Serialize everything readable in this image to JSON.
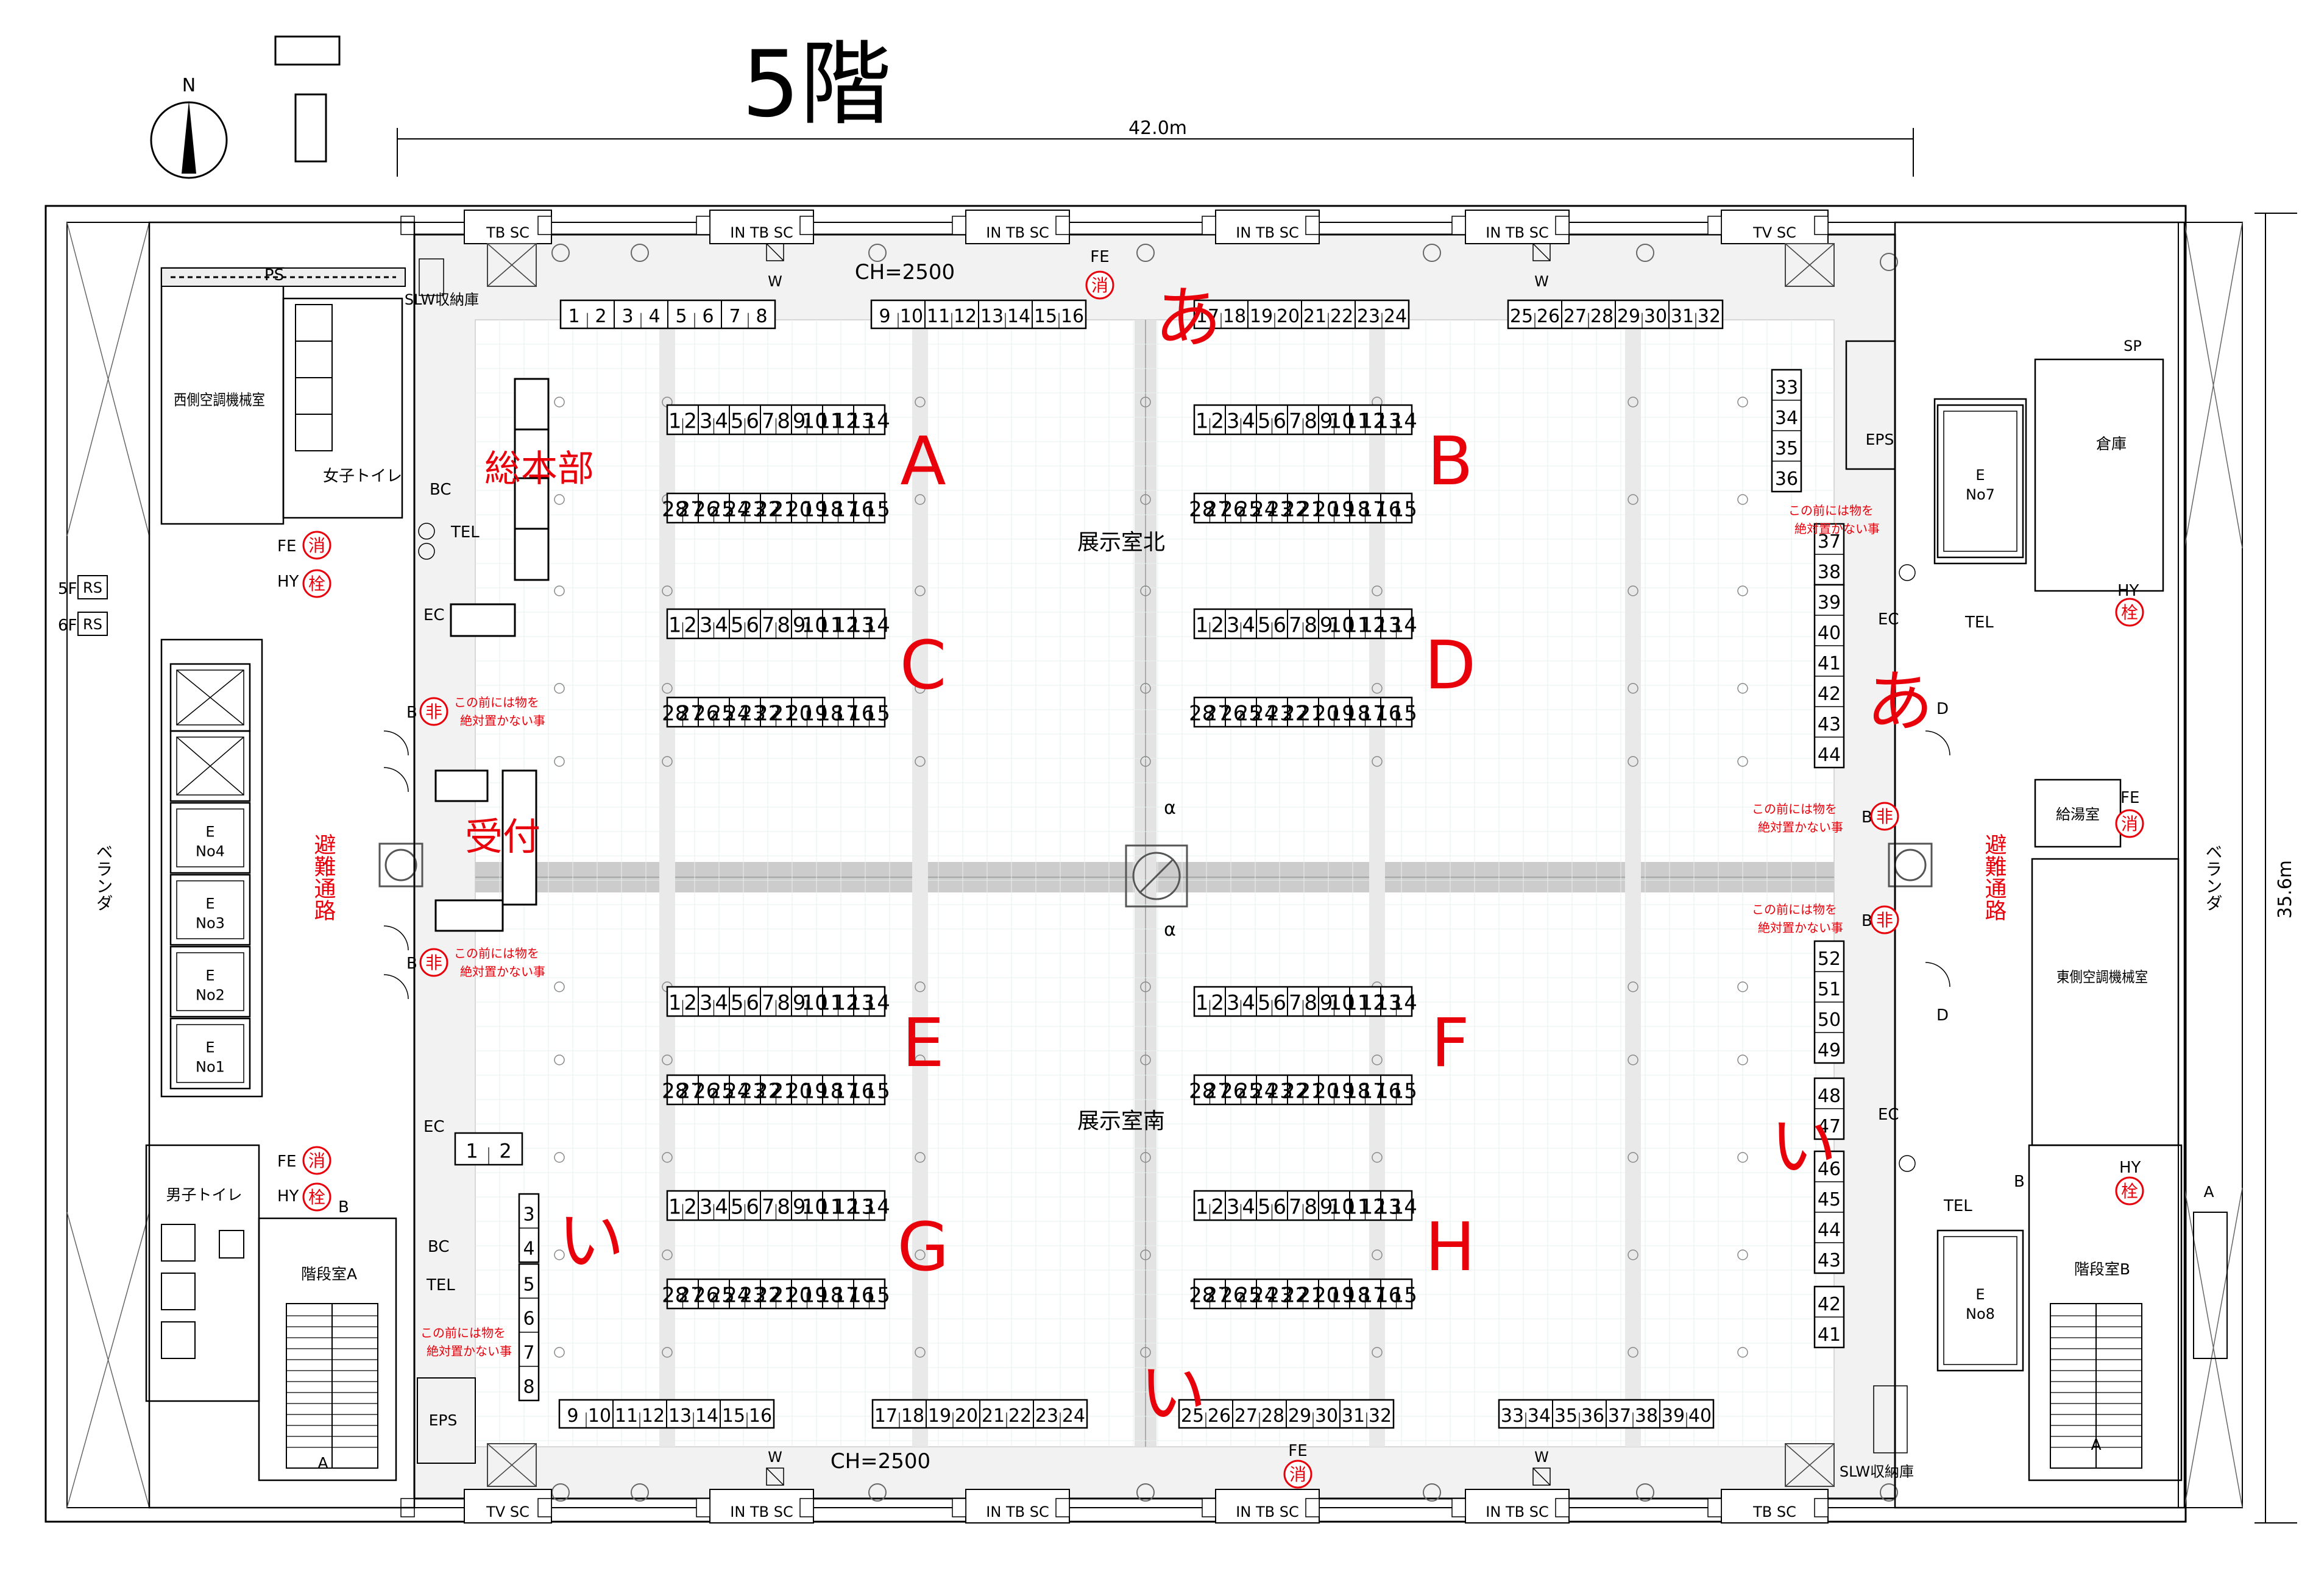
{
  "floor_title": "5階",
  "compass_label": "N",
  "width_dimension": "42.0m",
  "height_dimension": "35.6m",
  "ceiling_height": "CH=2500",
  "north_hall_label": "展示室北",
  "south_hall_label": "展示室南",
  "hq_label": "総本部",
  "reception_label": "受付",
  "evac_route_label": "避難通路",
  "veranda_label": "ベランダ",
  "slw_storage_label": "SLW収納庫",
  "west_ac_room_label": "西側空調機械室",
  "east_ac_room_label": "東側空調機械室",
  "womens_toilet_label": "女子トイレ",
  "mens_toilet_label": "男子トイレ",
  "stair_a_label": "階段室A",
  "stair_b_label": "階段室B",
  "warehouse_label": "倉庫",
  "kitchen_label": "給湯室",
  "notice_line1": "この前には物を",
  "notice_line2": "絶対置かない事",
  "extinguisher_mark": "消",
  "hydrant_mark": "栓",
  "exit_mark": "非",
  "alpha_mark": "α",
  "small_labels": {
    "ps": "PS",
    "sp": "SP",
    "eps": "EPS",
    "bc": "BC",
    "tel": "TEL",
    "ec": "EC",
    "fe": "FE",
    "hy": "HY",
    "b": "B",
    "d": "D",
    "a": "A",
    "w": "W",
    "floor5": "5F",
    "floor6": "6F",
    "rs": "RS"
  },
  "wall_labels": {
    "top": [
      "TB SC",
      "IN TB SC",
      "IN TB SC",
      "IN TB SC",
      "IN TB SC",
      "TV SC"
    ],
    "bottom": [
      "TV SC",
      "IN TB SC",
      "IN TB SC",
      "IN TB SC",
      "IN TB SC",
      "TB SC"
    ]
  },
  "elevators": [
    {
      "e": "E",
      "no": "No4"
    },
    {
      "e": "E",
      "no": "No3"
    },
    {
      "e": "E",
      "no": "No2"
    },
    {
      "e": "E",
      "no": "No1"
    },
    {
      "e": "E",
      "no": "No7"
    },
    {
      "e": "E",
      "no": "No8"
    }
  ],
  "zones": {
    "north_a": "あ",
    "east_a": "あ",
    "south_i": "い",
    "west_i": "い",
    "east_i": "い"
  },
  "island_letters": [
    "A",
    "B",
    "C",
    "D",
    "E",
    "F",
    "G",
    "H"
  ],
  "island_front": [
    "1",
    "2",
    "3",
    "4",
    "5",
    "6",
    "7",
    "8",
    "9",
    "10",
    "11",
    "12",
    "13",
    "14"
  ],
  "island_back": [
    "28",
    "27",
    "26",
    "25",
    "24",
    "23",
    "22",
    "21",
    "20",
    "19",
    "18",
    "17",
    "16",
    "15"
  ],
  "top_wall_booths": [
    [
      "1",
      "2",
      "3",
      "4",
      "5",
      "6",
      "7",
      "8"
    ],
    [
      "9",
      "10",
      "11",
      "12",
      "13",
      "14",
      "15",
      "16"
    ],
    [
      "17",
      "18",
      "19",
      "20",
      "21",
      "22",
      "23",
      "24"
    ],
    [
      "25",
      "26",
      "27",
      "28",
      "29",
      "30",
      "31",
      "32"
    ]
  ],
  "bottom_wall_booths": [
    [
      "9",
      "10",
      "11",
      "12",
      "13",
      "14",
      "15",
      "16"
    ],
    [
      "17",
      "18",
      "19",
      "20",
      "21",
      "22",
      "23",
      "24"
    ],
    [
      "25",
      "26",
      "27",
      "28",
      "29",
      "30",
      "31",
      "32"
    ],
    [
      "33",
      "34",
      "35",
      "36",
      "37",
      "38",
      "39",
      "40"
    ]
  ],
  "east_wall_booths": [
    [
      "33",
      "34",
      "35",
      "36"
    ],
    [
      "37",
      "38"
    ],
    [
      "39",
      "40",
      "41",
      "42",
      "43",
      "44"
    ],
    [
      "52",
      "51",
      "50",
      "49"
    ],
    [
      "48",
      "47"
    ],
    [
      "46",
      "45",
      "44",
      "43"
    ],
    [
      "42",
      "41"
    ]
  ],
  "west_wall_booths": [
    [
      "1",
      "2"
    ],
    [
      "3",
      "4"
    ],
    [
      "5",
      "6",
      "7",
      "8"
    ]
  ]
}
